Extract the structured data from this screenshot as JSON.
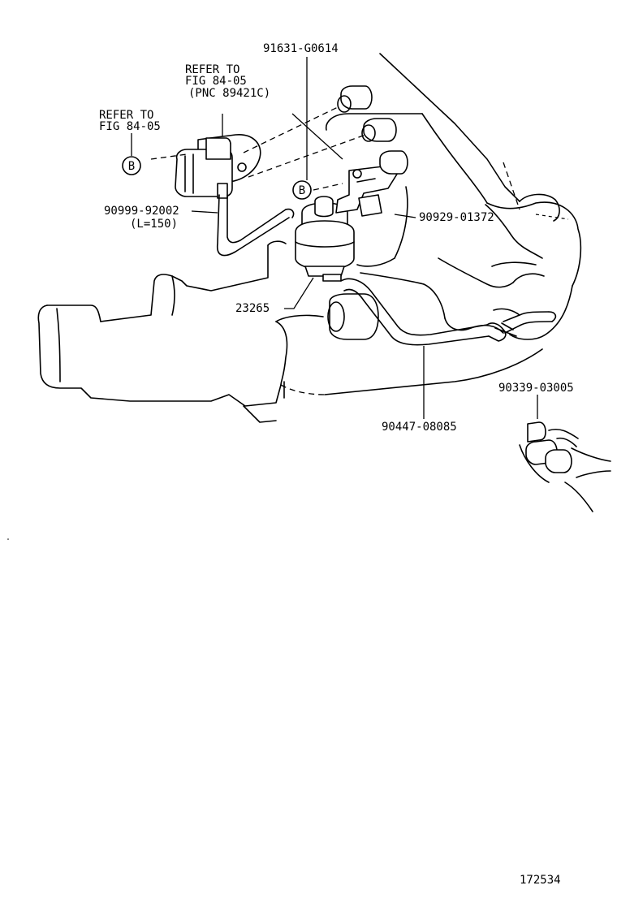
{
  "callouts": {
    "refer1_line1": "REFER TO",
    "refer1_line2": "FIG 84-05",
    "refer1_line3": "(PNC 89421C)",
    "refer2_line1": "REFER TO",
    "refer2_line2": "FIG 84-05",
    "marker_b": "B",
    "part_91631": "91631-G0614",
    "part_90999": "90999-92002",
    "part_90999_len": "(L=150)",
    "part_90929": "90929-01372",
    "part_23265": "23265",
    "part_90339": "90339-03005",
    "part_90447": "90447-08085",
    "figure_number": "172534"
  }
}
